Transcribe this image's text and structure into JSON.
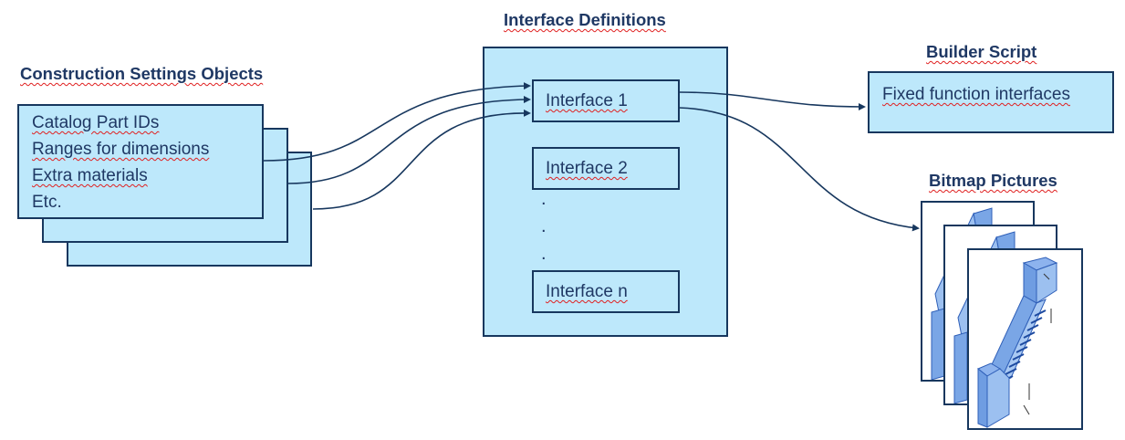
{
  "construction": {
    "title": "Construction Settings Objects",
    "items": [
      "Catalog Part IDs",
      "Ranges for dimensions",
      "Extra materials",
      "Etc."
    ]
  },
  "interfaces": {
    "title": "Interface Definitions",
    "items": [
      "Interface 1",
      "Interface 2",
      "Interface n"
    ],
    "ellipsis": [
      ".",
      ".",
      "."
    ]
  },
  "builder": {
    "title": "Builder Script",
    "label": "Fixed function interfaces"
  },
  "bitmaps": {
    "title": "Bitmap Pictures"
  },
  "colors": {
    "box_fill": "#bde8fb",
    "border": "#17375e",
    "text": "#1f3864",
    "spell_underline": "#e02020"
  }
}
